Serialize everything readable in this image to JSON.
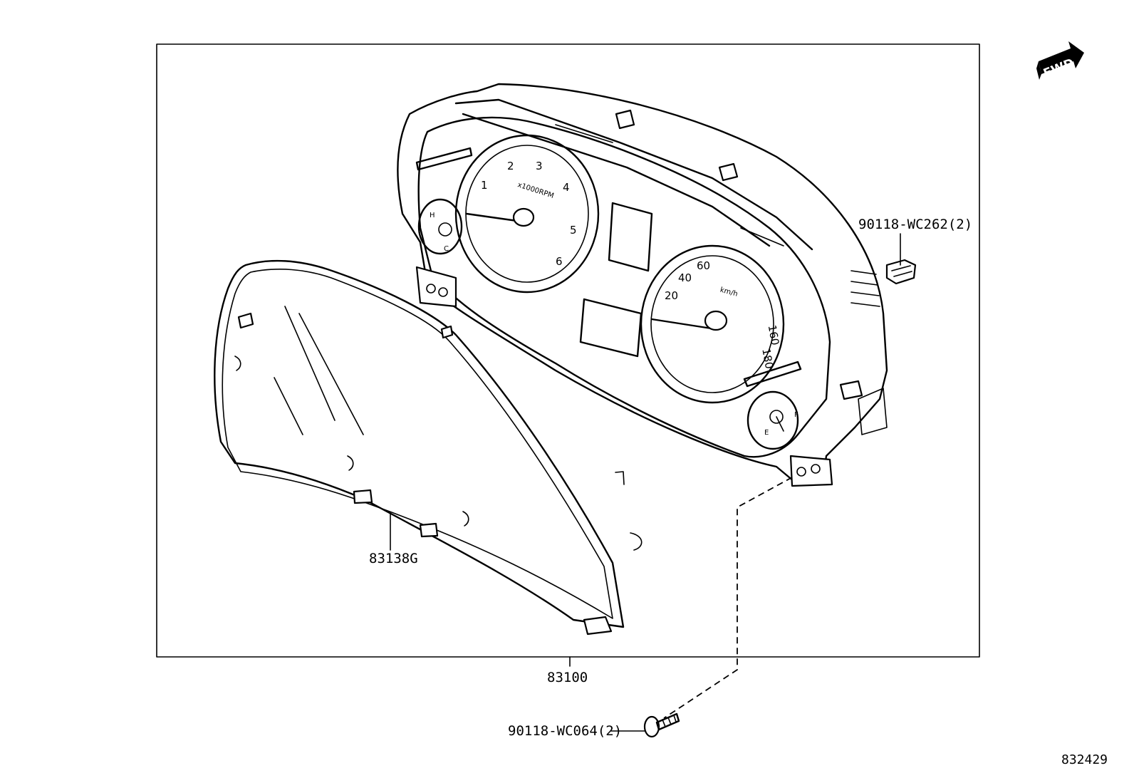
{
  "callouts": {
    "main_assembly": "83100",
    "glass": "83138G",
    "clip": "90118-WC262(2)",
    "screw": "90118-WC064(2)"
  },
  "fwd_label": "FWD",
  "diagram_code": "832429",
  "tachometer": {
    "unit": "x1000RPM",
    "ticks": [
      "1",
      "2",
      "3",
      "4",
      "5",
      "6"
    ]
  },
  "speedometer": {
    "unit": "km/h",
    "ticks": [
      "20",
      "40",
      "60",
      "160",
      "180"
    ]
  },
  "temp_gauge": {
    "labels": [
      "H",
      "C"
    ]
  },
  "fuel_gauge": {
    "labels": [
      "F",
      "E"
    ]
  }
}
